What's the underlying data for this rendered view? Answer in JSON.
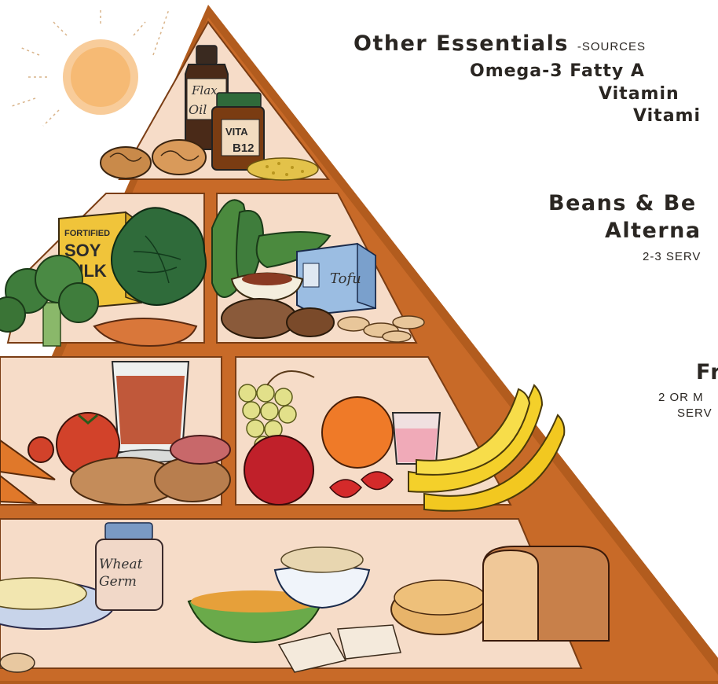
{
  "other_essentials": {
    "title": "Other Essentials",
    "sources_suffix": "-SOURCES",
    "items": [
      "Omega-3 Fatty A",
      "Vitamin",
      "Vitami"
    ]
  },
  "beans": {
    "title_line1": "Beans & Be",
    "title_line2": "Alterna",
    "servings": "2-3 SERV"
  },
  "fruits": {
    "title": "Fr",
    "servings_line1": "2 OR M",
    "servings_line2": "SERV"
  },
  "illustration_text": {
    "flax_oil_line1": "Flax",
    "flax_oil_line2": "Oil",
    "vitamin_b12_line1": "VITA",
    "vitamin_b12_line2": "B12",
    "soy_milk_line1": "FORTIFIED",
    "soy_milk_line2": "SOY",
    "soy_milk_line3": "MILK",
    "tofu": "Tofu",
    "wheat_germ_line1": "Wheat",
    "wheat_germ_line2": "Germ"
  },
  "colors": {
    "pyramid_frame": "#b25c1e",
    "tier_fill": "#f6dcc8",
    "sun": "#f5b56a",
    "label_text": "#2a2622"
  },
  "icons": [
    "sun-icon",
    "flax-oil-bottle-icon",
    "vitamin-b12-jar-icon",
    "walnuts-icon",
    "soy-milk-carton-icon",
    "broccoli-icon",
    "kale-icon",
    "green-beans-icon",
    "tofu-box-icon",
    "veggie-burger-icon",
    "peanuts-icon",
    "juice-glass-icon",
    "tomato-icon",
    "potato-icon",
    "carrots-icon",
    "grapes-icon",
    "orange-icon",
    "apple-icon",
    "strawberries-icon",
    "bananas-icon",
    "wheat-germ-jar-icon",
    "pasta-plate-icon",
    "rice-bowl-icon",
    "cereal-bowl-icon",
    "bread-loaf-icon",
    "tortillas-icon",
    "crackers-icon"
  ]
}
